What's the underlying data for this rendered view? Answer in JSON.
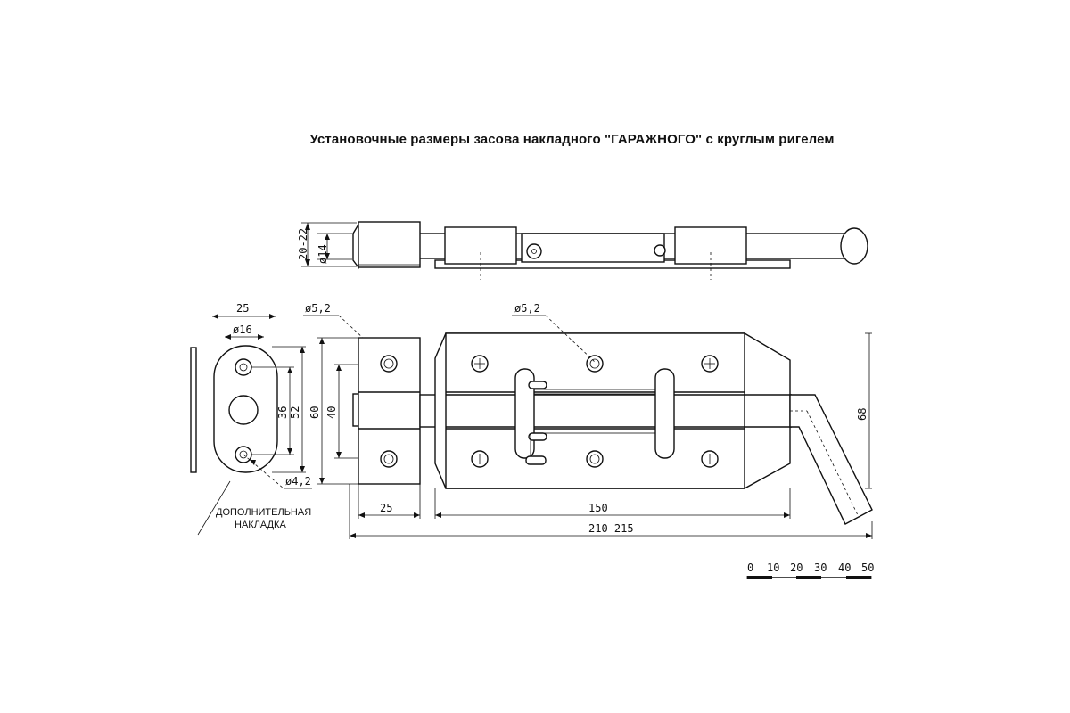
{
  "title": "Установочные размеры засова накладного \"ГАРАЖНОГО\" с круглым ригелем",
  "dimensions": {
    "top_height": "20-22",
    "top_rod_diameter": "ø14",
    "plate_width": "25",
    "plate_hole_diameter": "ø16",
    "plate_hole_spacing": "36",
    "plate_height": "52",
    "plate_small_hole": "ø4,2",
    "screw_hole_left": "ø5,2",
    "screw_hole_body": "ø5,2",
    "keeper_height": "60",
    "keeper_inner": "40",
    "keeper_width": "25",
    "body_length": "150",
    "overall_length": "210-215",
    "handle_height": "68"
  },
  "labels": {
    "extra_plate_line1": "ДОПОЛНИТЕЛЬНАЯ",
    "extra_plate_line2": "НАКЛАДКА"
  },
  "scale": {
    "ticks": [
      "0",
      "10",
      "20",
      "30",
      "40",
      "50"
    ]
  }
}
